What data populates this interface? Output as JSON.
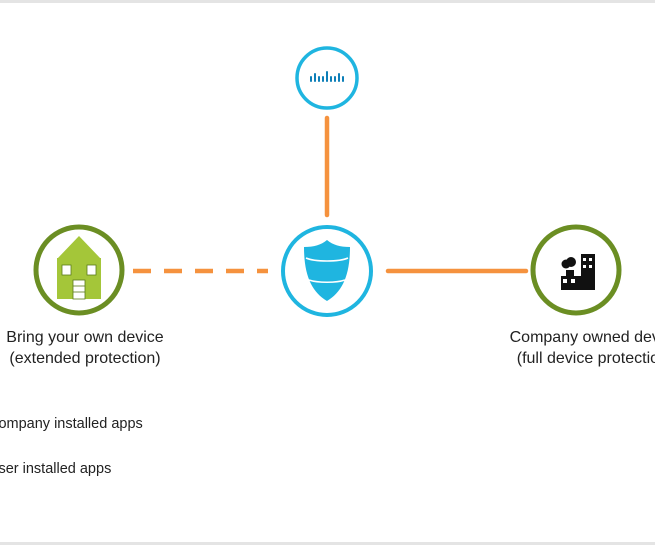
{
  "left_node": {
    "title": "Bring your own device",
    "subtitle": "(extended protection)",
    "icon": "house-icon",
    "ring_color": "#6b8e23",
    "icon_color": "#a4c639"
  },
  "right_node": {
    "title": "Company owned device",
    "subtitle": "(full device protection)",
    "icon": "office-building-icon",
    "ring_color": "#6b8e23"
  },
  "center_node": {
    "icon": "shield-icon",
    "ring_color": "#1fb5e0"
  },
  "top_node": {
    "icon": "cisco-logo-icon",
    "ring_color": "#1fb5e0"
  },
  "connectors": {
    "color": "#f5923e",
    "left_style": "dashed"
  },
  "legend": {
    "items": [
      {
        "label": "Company installed apps"
      },
      {
        "label": "User installed apps"
      }
    ]
  }
}
